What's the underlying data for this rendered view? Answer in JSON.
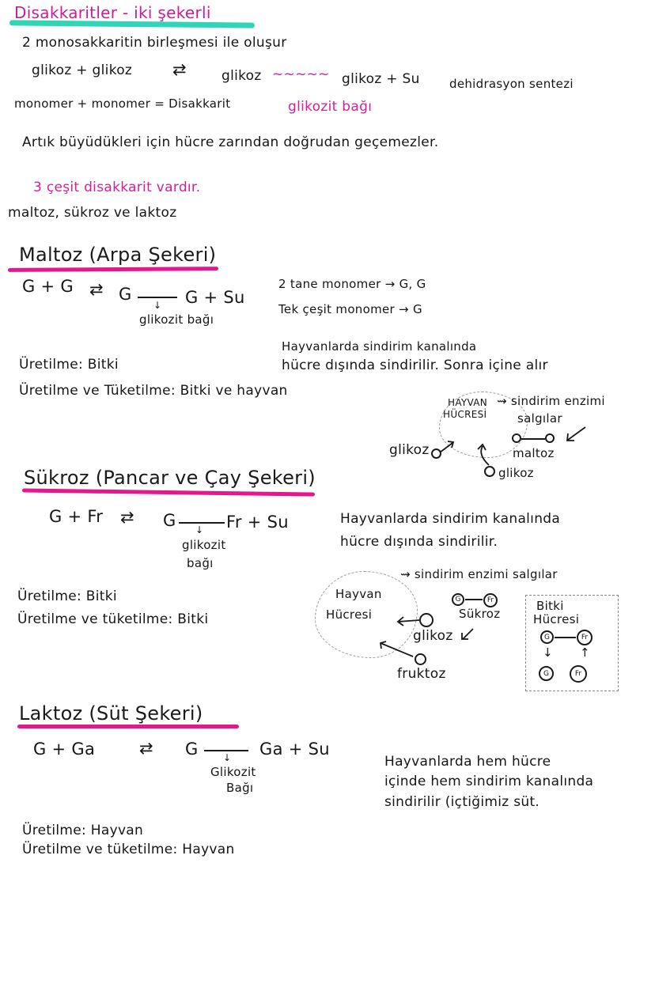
{
  "page": {
    "title": "Disakkaritler - iki şekerli",
    "colors": {
      "title_text": "#c81e96",
      "title_highlight": "#2fd5b6",
      "section_underline": "#e3188c",
      "ink": "#1a1a1a",
      "accent_pink": "#d0219c"
    }
  },
  "intro": {
    "line1": "2 monosakkaritin birleşmesi ile oluşur",
    "reaction_left": "glikoz + glikoz",
    "reaction_arrow": "⇄",
    "reaction_right_a": "glikoz",
    "bond_squiggle": "~~~~~",
    "reaction_right_b": "glikoz + Su",
    "reaction_name": "dehidrasyon sentezi",
    "monomer_line": "monomer + monomer = Disakkarit",
    "bond_label": "glikozit bağı",
    "size_note": "Artık büyüdükleri için hücre zarından doğrudan geçemezler.",
    "types_heading": "3 çeşit disakkarit vardır.",
    "types_list": "maltoz, sükroz ve laktoz"
  },
  "maltoz": {
    "heading": "Maltoz (Arpa Şekeri)",
    "eq_left": "G + G",
    "eq_arrow": "⇄",
    "eq_right_a": "G",
    "eq_right_b": "G + Su",
    "bond_label": "glikozit bağı",
    "mono_count": "2 tane monomer → G, G",
    "mono_type": "Tek çeşit monomer → G",
    "digestion_1": "Hayvanlarda sindirim kanalında",
    "digestion_2": "hücre dışında sindirilir. Sonra içine alır",
    "production": "Üretilme: Bitki",
    "production_consumption": "Üretilme ve Tüketilme: Bitki ve hayvan",
    "diagram": {
      "cell_label_1": "HAYVAN",
      "cell_label_2": "HÜCRESİ",
      "enzyme_1": "⇝ sindirim enzimi",
      "enzyme_2": "salgılar",
      "maltose_label": "maltoz",
      "glucose_label_a": "glikoz",
      "glucose_label_b": "glikoz"
    }
  },
  "sukroz": {
    "heading": "Sükroz (Pancar ve Çay Şekeri)",
    "eq_left": "G + Fr",
    "eq_arrow": "⇄",
    "eq_right_a": "G",
    "eq_right_b": "Fr + Su",
    "bond_label_1": "glikozit",
    "bond_label_2": "bağı",
    "digestion_1": "Hayvanlarda sindirim kanalında",
    "digestion_2": "hücre dışında sindirilir.",
    "production": "Üretilme: Bitki",
    "production_consumption": "Üretilme ve tüketilme: Bitki",
    "diagram": {
      "enzyme": "⇝ sindirim enzimi salgılar",
      "animal_cell_1": "Hayvan",
      "animal_cell_2": "Hücresi",
      "g": "G",
      "fr": "Fr",
      "sucrose_label": "Sükroz",
      "glucose_label": "glikoz",
      "fructose_label": "fruktoz",
      "plant_cell_1": "Bitki",
      "plant_cell_2": "Hücresi"
    }
  },
  "laktoz": {
    "heading": "Laktoz (Süt Şekeri)",
    "eq_left": "G + Ga",
    "eq_arrow": "⇄",
    "eq_right_a": "G",
    "eq_right_b": "Ga + Su",
    "bond_label_1": "Glikozit",
    "bond_label_2": "Bağı",
    "digestion_1": "Hayvanlarda hem hücre",
    "digestion_2": "içinde hem sindirim kanalında",
    "digestion_3": "sindirilir (içtiğimiz süt.",
    "production": "Üretilme: Hayvan",
    "production_consumption": "Üretilme ve tüketilme: Hayvan"
  }
}
